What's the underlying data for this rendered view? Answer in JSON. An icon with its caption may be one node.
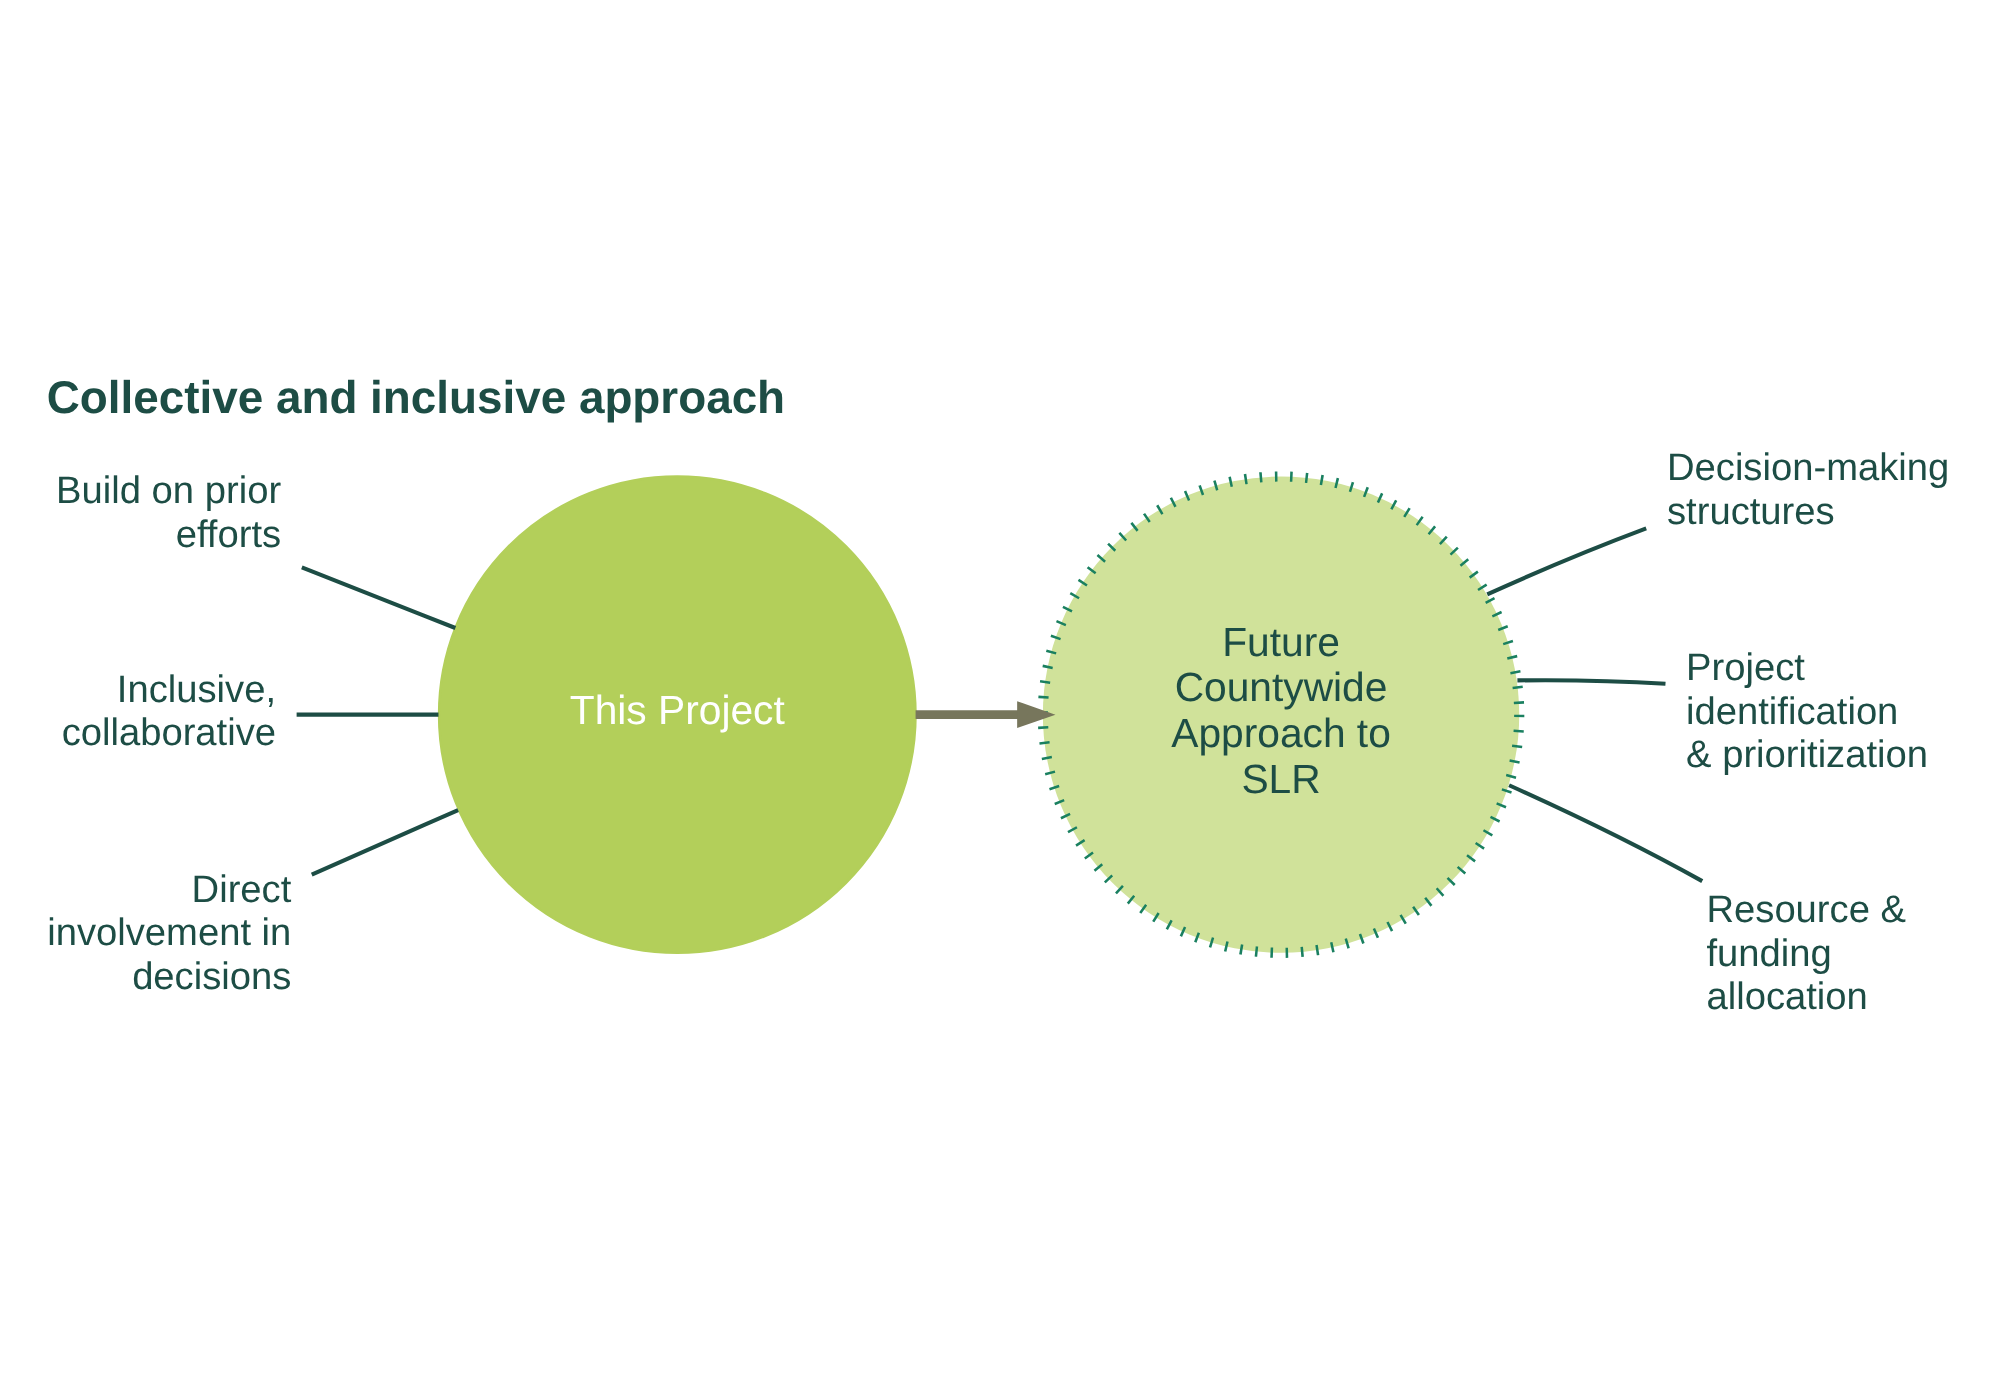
{
  "diagram": {
    "title": "Collective and inclusive approach",
    "nodes": [
      {
        "text": [
          "This Project"
        ]
      },
      {
        "text": [
          "Future Countywide Approach to SLR"
        ]
      },
      {
        "text": [
          "Build on prior efforts"
        ]
      },
      {
        "text": [
          "Inclusive, collaborative"
        ]
      },
      {
        "text": [
          "Direct involvement in decisions"
        ]
      },
      {
        "text": [
          "Decision-making structures"
        ]
      },
      {
        "text": [
          "Project identification & prioritization"
        ]
      },
      {
        "text": [
          "Resource & funding allocation"
        ]
      }
    ],
    "edges": [
      {
        "from": 0,
        "to": 1,
        "arrow": "to",
        "style": "thick",
        "color": "#77765c"
      },
      {
        "from": 2,
        "to": 0,
        "arrow": "none"
      },
      {
        "from": 3,
        "to": 0,
        "arrow": "none"
      },
      {
        "from": 4,
        "to": 0,
        "arrow": "none"
      },
      {
        "from": 5,
        "to": 1,
        "arrow": "none"
      },
      {
        "from": 6,
        "to": 1,
        "arrow": "none"
      },
      {
        "from": 7,
        "to": 1,
        "arrow": "none"
      }
    ]
  }
}
